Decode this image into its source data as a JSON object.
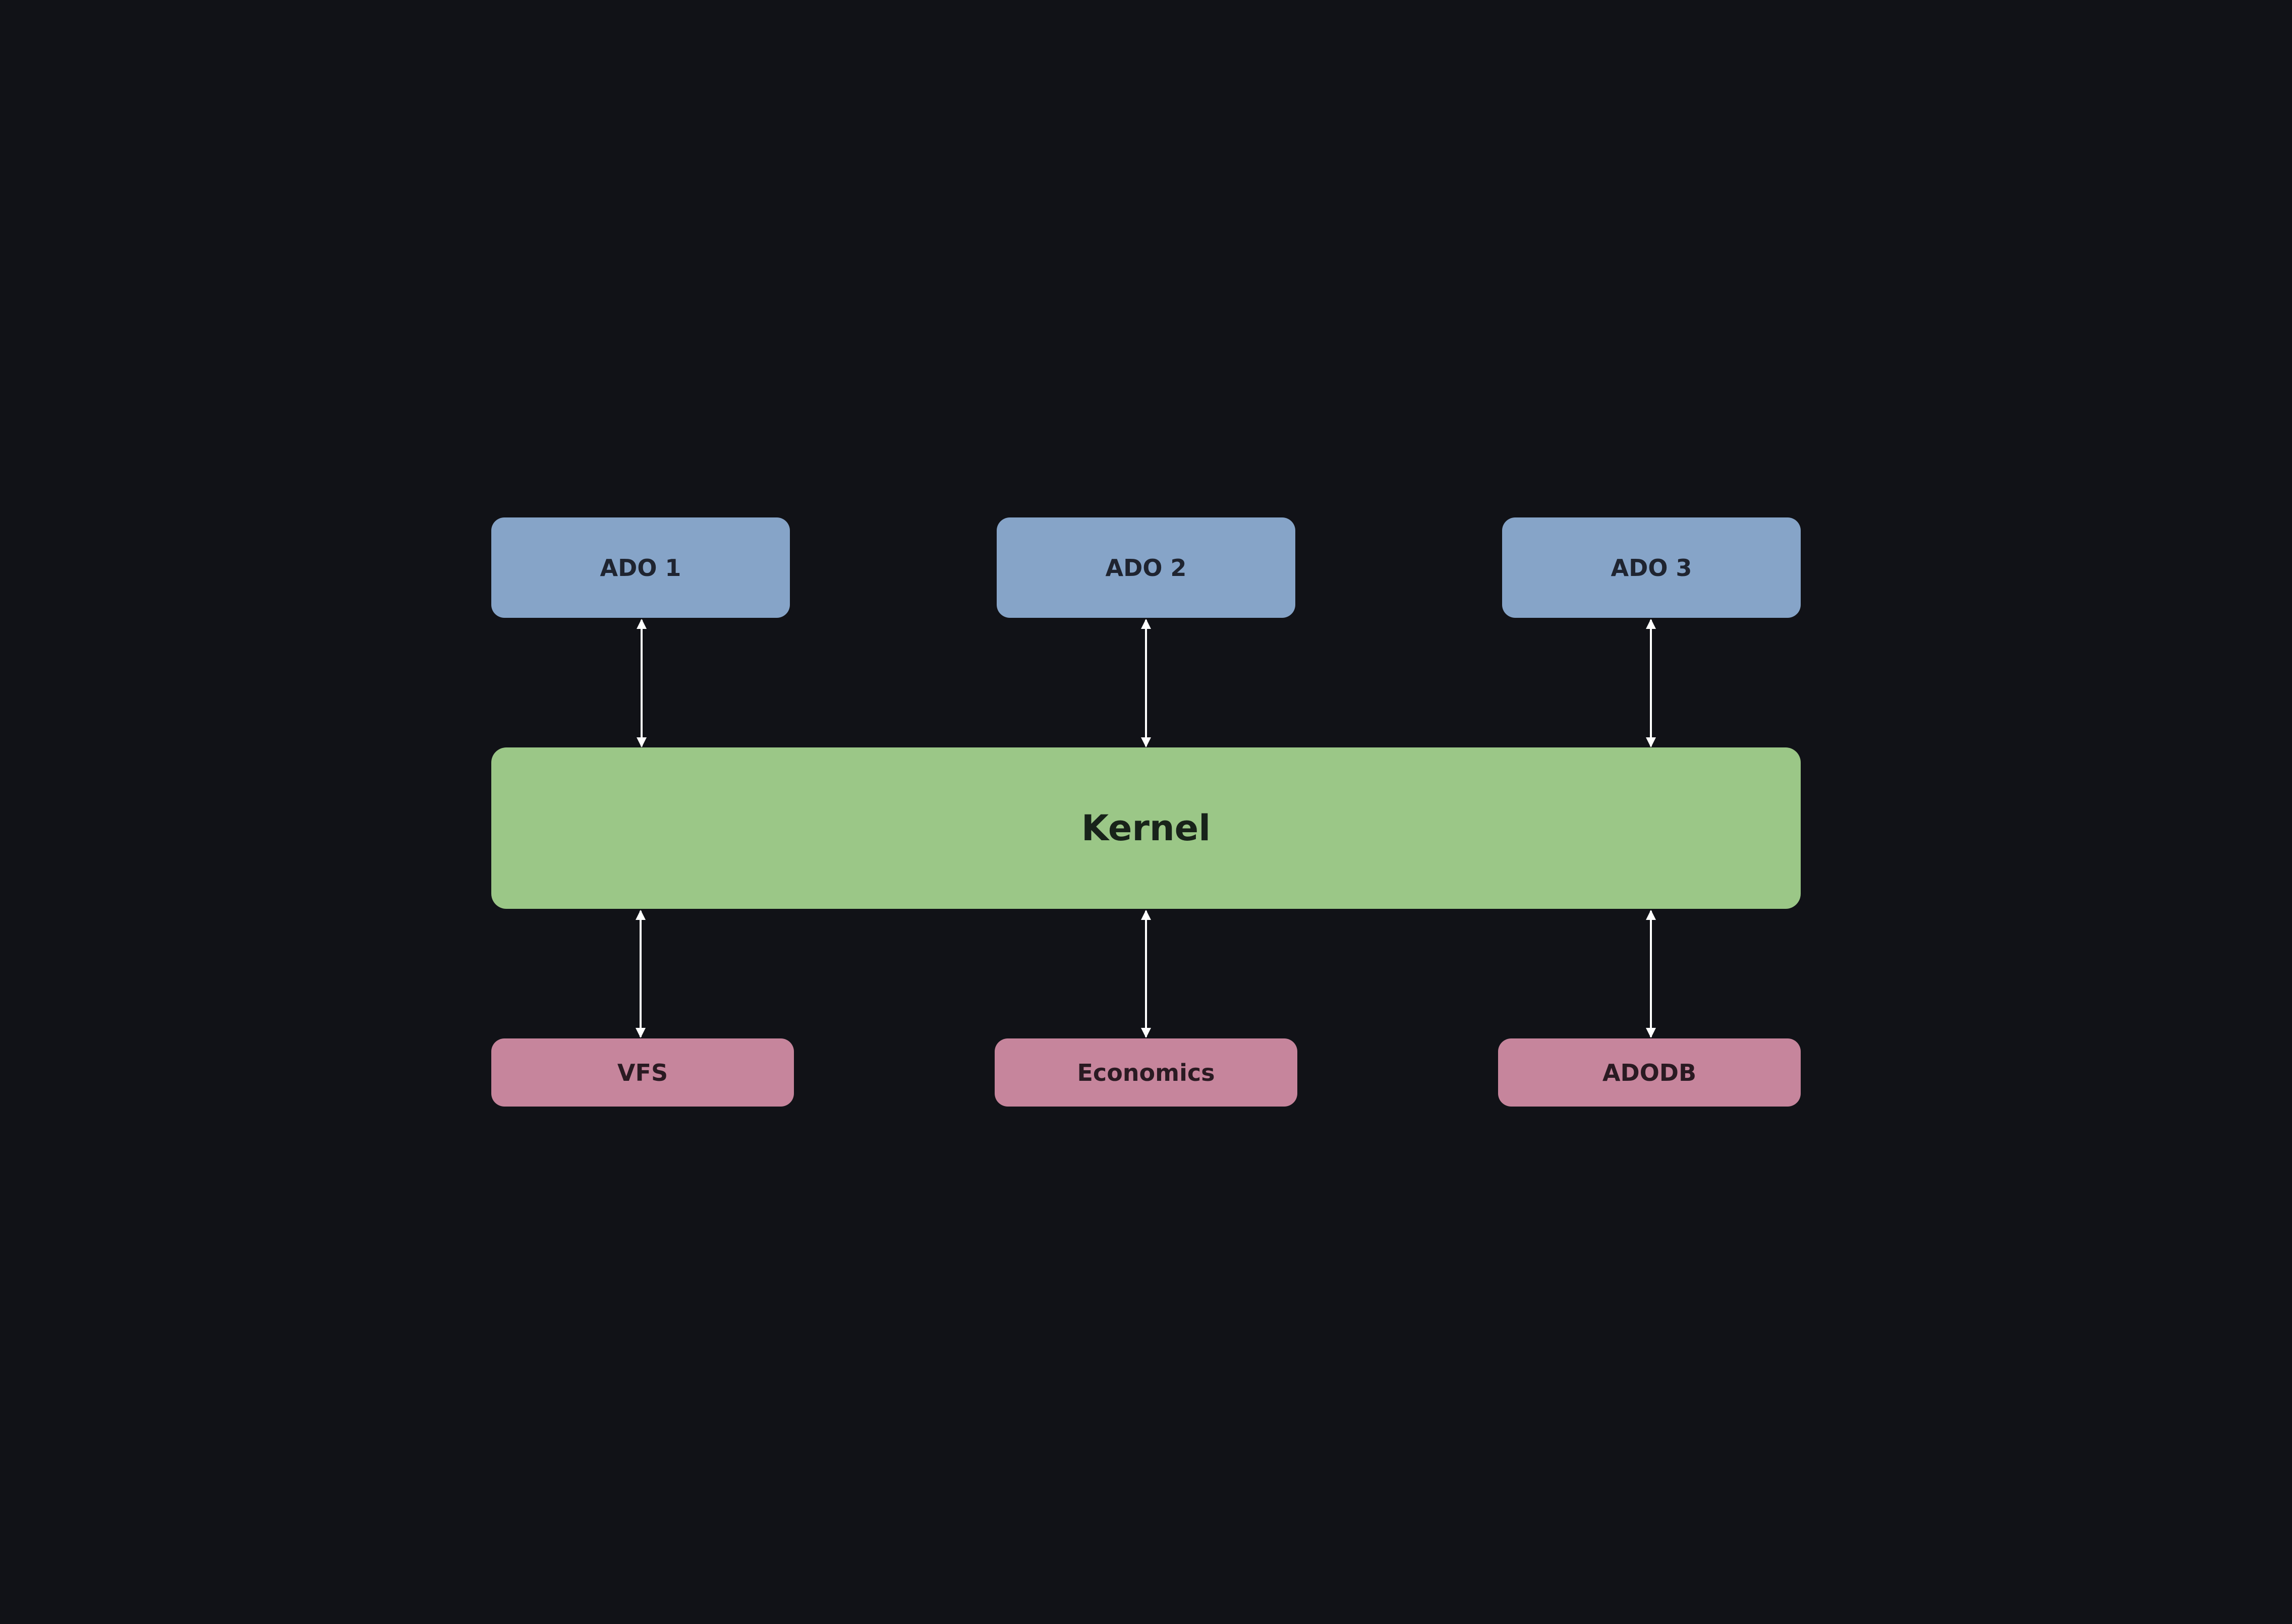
{
  "diagram": {
    "background_color": "#111217",
    "top_row": [
      {
        "label": "ADO 1"
      },
      {
        "label": "ADO 2"
      },
      {
        "label": "ADO 3"
      }
    ],
    "kernel": {
      "label": "Kernel"
    },
    "bottom_row": [
      {
        "label": "VFS"
      },
      {
        "label": "Economics"
      },
      {
        "label": "ADODB"
      }
    ],
    "colors": {
      "ado_fill": "#86a4c8",
      "kernel_fill": "#9bc787",
      "service_fill": "#c6859c",
      "arrow": "#ffffff"
    },
    "edges": [
      {
        "from": "ADO 1",
        "to": "Kernel",
        "direction": "bidirectional"
      },
      {
        "from": "ADO 2",
        "to": "Kernel",
        "direction": "bidirectional"
      },
      {
        "from": "ADO 3",
        "to": "Kernel",
        "direction": "bidirectional"
      },
      {
        "from": "Kernel",
        "to": "VFS",
        "direction": "bidirectional"
      },
      {
        "from": "Kernel",
        "to": "Economics",
        "direction": "bidirectional"
      },
      {
        "from": "Kernel",
        "to": "ADODB",
        "direction": "bidirectional"
      }
    ]
  }
}
